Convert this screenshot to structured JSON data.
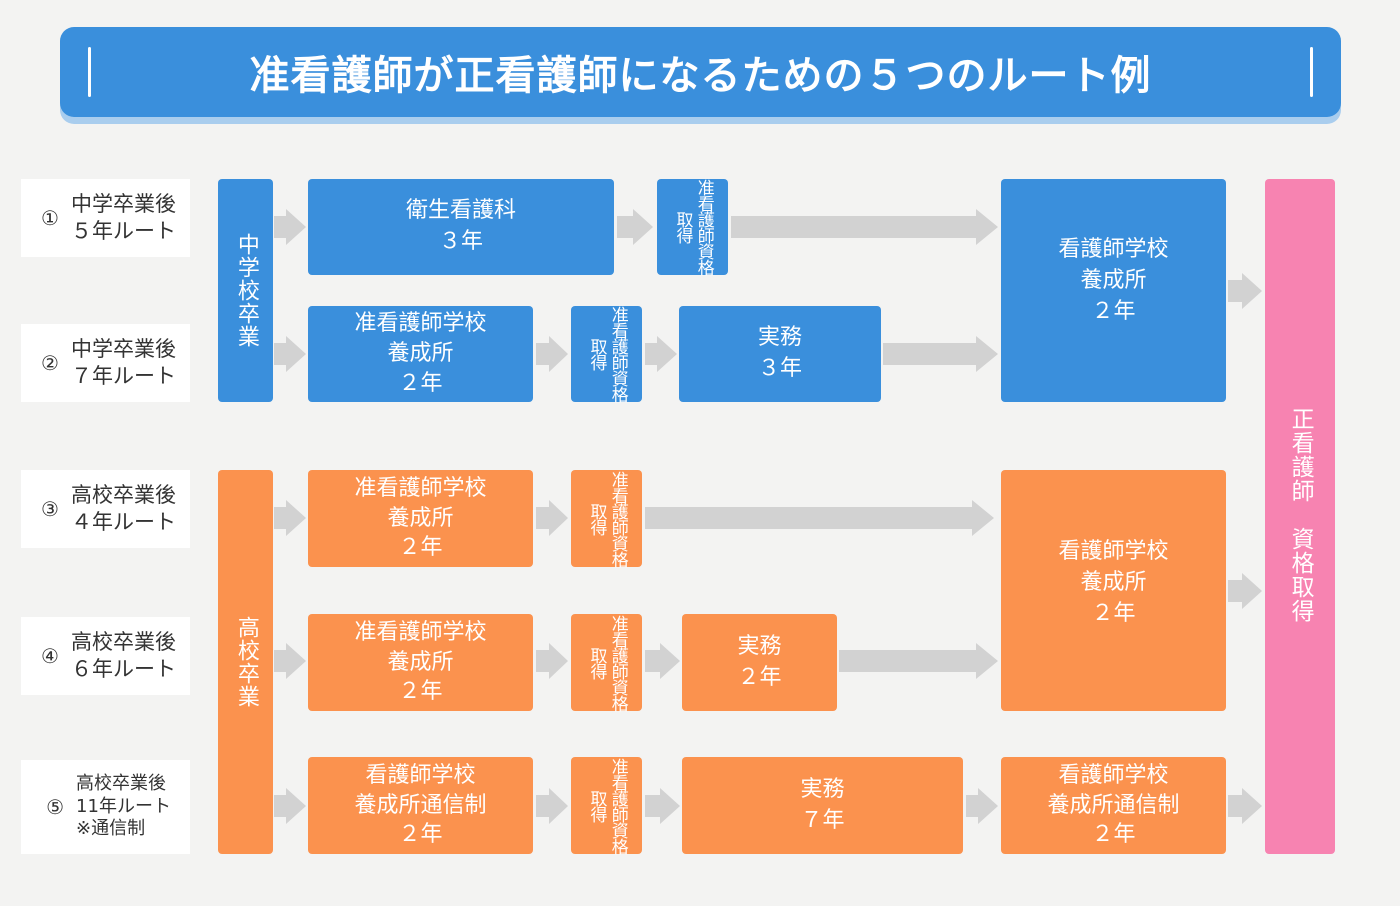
{
  "header": {
    "title": "准看護師が正看護師になるための５つのルート例"
  },
  "routes": [
    {
      "num": "①",
      "line1": "中学卒業後",
      "line2": "５年ルート"
    },
    {
      "num": "②",
      "line1": "中学卒業後",
      "line2": "７年ルート"
    },
    {
      "num": "③",
      "line1": "高校卒業後",
      "line2": "４年ルート"
    },
    {
      "num": "④",
      "line1": "高校卒業後",
      "line2": "６年ルート"
    },
    {
      "num": "⑤",
      "line1": "高校卒業後",
      "line2": "11年ルート",
      "line3": "※通信制"
    }
  ],
  "start": {
    "middle": "中学校卒業",
    "high": "高校卒業"
  },
  "qualification": "准看護師資格取得",
  "steps": {
    "r1_school": {
      "line1": "衛生看護科",
      "line2": "３年"
    },
    "r12_final": {
      "line1": "看護師学校",
      "line2": "養成所",
      "line3": "２年"
    },
    "r2_school": {
      "line1": "准看護師学校",
      "line2": "養成所",
      "line3": "２年"
    },
    "r2_work": {
      "line1": "実務",
      "line2": "３年"
    },
    "r3_school": {
      "line1": "准看護師学校",
      "line2": "養成所",
      "line3": "２年"
    },
    "r34_final": {
      "line1": "看護師学校",
      "line2": "養成所",
      "line3": "２年"
    },
    "r4_school": {
      "line1": "准看護師学校",
      "line2": "養成所",
      "line3": "２年"
    },
    "r4_work": {
      "line1": "実務",
      "line2": "２年"
    },
    "r5_school": {
      "line1": "看護師学校",
      "line2": "養成所通信制",
      "line3": "２年"
    },
    "r5_work": {
      "line1": "実務",
      "line2": "７年"
    },
    "r5_final": {
      "line1": "看護師学校",
      "line2": "養成所通信制",
      "line3": "２年"
    }
  },
  "goal": "正看護師　資格取得",
  "colors": {
    "blue": "#3a8fdc",
    "orange": "#fb924e",
    "pink": "#f783b1",
    "arrow": "#d2d2d2"
  }
}
